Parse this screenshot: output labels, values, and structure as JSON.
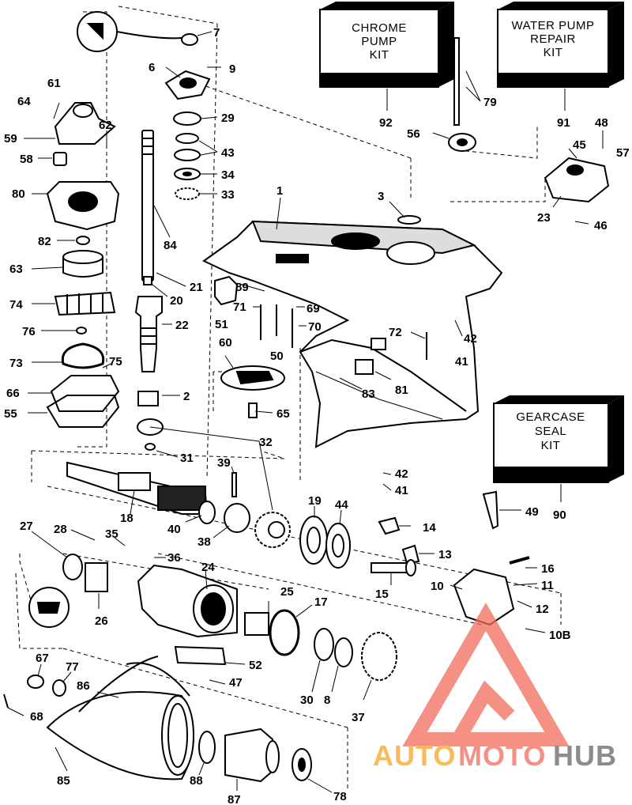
{
  "kits": [
    {
      "id": "chrome",
      "lines": [
        "CHROME",
        "PUMP",
        "KIT"
      ],
      "ref": "92"
    },
    {
      "id": "waterpump",
      "lines": [
        "WATER PUMP",
        "REPAIR",
        "KIT"
      ],
      "ref": "91"
    },
    {
      "id": "gearcase",
      "lines": [
        "GEARCASE",
        "SEAL",
        "KIT"
      ],
      "ref": "90"
    }
  ],
  "callouts": [
    "7",
    "6",
    "9",
    "29",
    "43",
    "34",
    "33",
    "61",
    "64",
    "62",
    "59",
    "58",
    "80",
    "82",
    "63",
    "74",
    "76",
    "73",
    "75",
    "66",
    "55",
    "84",
    "21",
    "20",
    "22",
    "2",
    "31",
    "1",
    "3",
    "79",
    "56",
    "48",
    "45",
    "57",
    "23",
    "46",
    "89",
    "71",
    "69",
    "70",
    "51",
    "50",
    "72",
    "42",
    "41",
    "60",
    "83",
    "81",
    "65",
    "32",
    "39",
    "18",
    "40",
    "38",
    "19",
    "44",
    "14",
    "13",
    "16",
    "11",
    "12",
    "10",
    "10B",
    "15",
    "27",
    "28",
    "35",
    "36",
    "26",
    "24",
    "25",
    "17",
    "52",
    "47",
    "30",
    "8",
    "37",
    "67",
    "77",
    "86",
    "68",
    "85",
    "88",
    "87",
    "78",
    "49"
  ],
  "watermark": {
    "part1": "AUTO",
    "part2": "MOTO",
    "part3": "HUB",
    "color_orange": "#f5a623",
    "color_red": "#f26b5b",
    "color_gray": "#666666"
  }
}
